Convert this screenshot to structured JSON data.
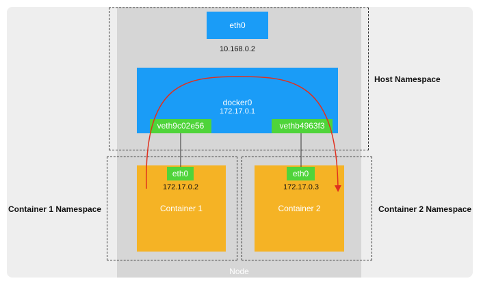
{
  "node": {
    "label": "Node"
  },
  "host": {
    "namespace_label": "Host Namespace",
    "eth0": "eth0",
    "ip": "10.168.0.2",
    "bridge_name": "docker0",
    "bridge_ip": "172.17.0.1",
    "veth1": "veth9c02e56",
    "veth2": "vethb4963f3"
  },
  "container1": {
    "namespace_label": "Container 1 Namespace",
    "eth0": "eth0",
    "ip": "172.17.0.2",
    "name": "Container 1"
  },
  "container2": {
    "namespace_label": "Container 2 Namespace",
    "eth0": "eth0",
    "ip": "172.17.0.3",
    "name": "Container  2"
  },
  "colors": {
    "bridge": "#1a9cf7",
    "veth": "#4fd43a",
    "container": "#f5b325",
    "arrow": "#e0301e"
  }
}
